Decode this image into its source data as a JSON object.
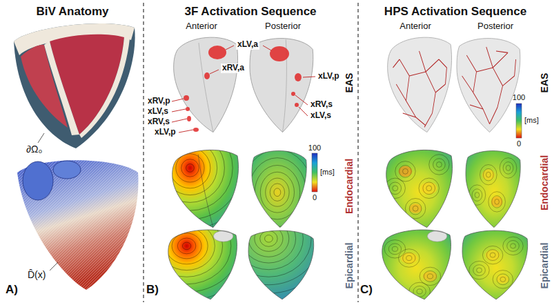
{
  "diagram": {
    "labels": [
      "BiV Anatomy",
      "∂Ω₀",
      "D̂(x)",
      "A)",
      "3F Activation Sequence",
      "Anterior",
      "Posterior",
      "xLV,a",
      "xRV,a",
      "xRV,p",
      "xLV,s",
      "xRV,s",
      "xLV,p",
      "xLV,p",
      "xRV,s",
      "xLV,s",
      "EAS",
      "Endocardial",
      "Epicardial",
      "100",
      "[ms]",
      "0",
      "B)",
      "HPS Activation Sequence",
      "Anterior",
      "Posterior",
      "EAS",
      "Endocardial",
      "Epicardial",
      "100",
      "[ms]",
      "0",
      "C)"
    ]
  }
}
